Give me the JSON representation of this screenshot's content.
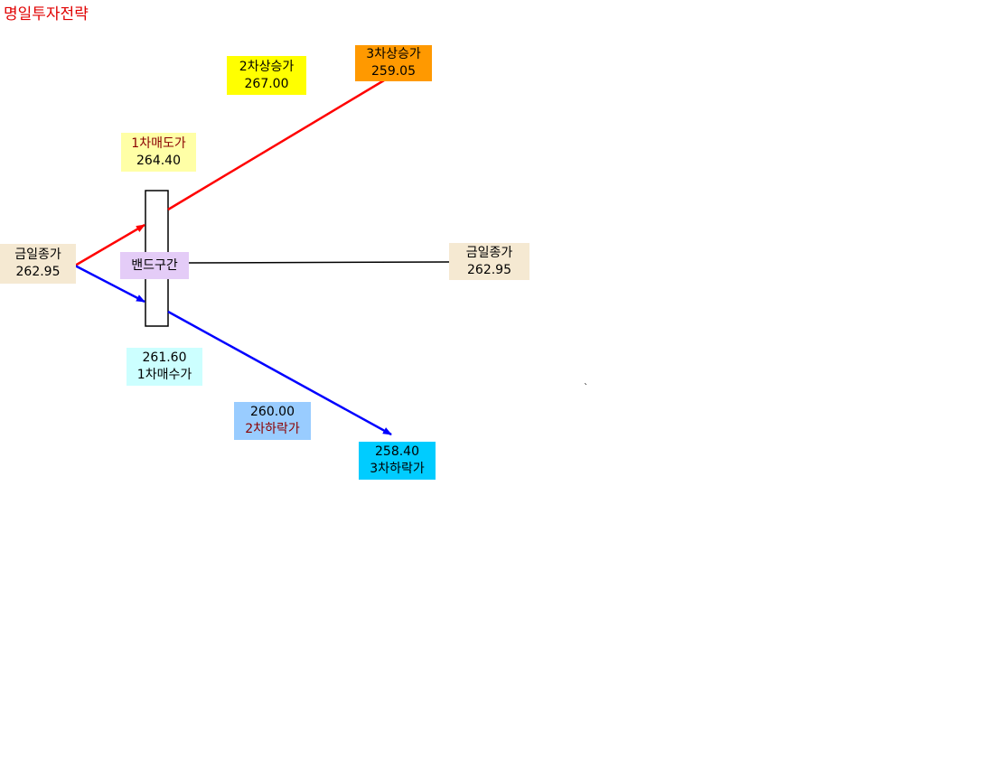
{
  "title": "명일투자전략",
  "colors": {
    "title": "#e00000",
    "rise_line": "#ff0000",
    "fall_line": "#0000ff",
    "flat_line": "#000000",
    "close_box": "#f5e9d2",
    "band_box": "#e4ccf7",
    "sell1_box": "#ffffa6",
    "rise2_box": "#ffff00",
    "rise3_box": "#ff9900",
    "buy1_box": "#ccffff",
    "fall2_box": "#99ccff",
    "fall3_box": "#00ccff"
  },
  "today_close_left": {
    "label": "금일종가",
    "value": "262.95"
  },
  "today_close_right": {
    "label": "금일종가",
    "value": "262.95"
  },
  "band": {
    "label": "밴드구간"
  },
  "sell_1": {
    "label": "1차매도가",
    "value": "264.40"
  },
  "rise_2": {
    "label": "2차상승가",
    "value": "267.00"
  },
  "rise_3": {
    "label": "3차상승가",
    "value": "259.05"
  },
  "buy_1": {
    "value": "261.60",
    "label": "1차매수가"
  },
  "fall_2": {
    "value": "260.00",
    "label": "2차하락가"
  },
  "fall_3": {
    "value": "258.40",
    "label": "3차하락가"
  },
  "stray_mark": "`"
}
